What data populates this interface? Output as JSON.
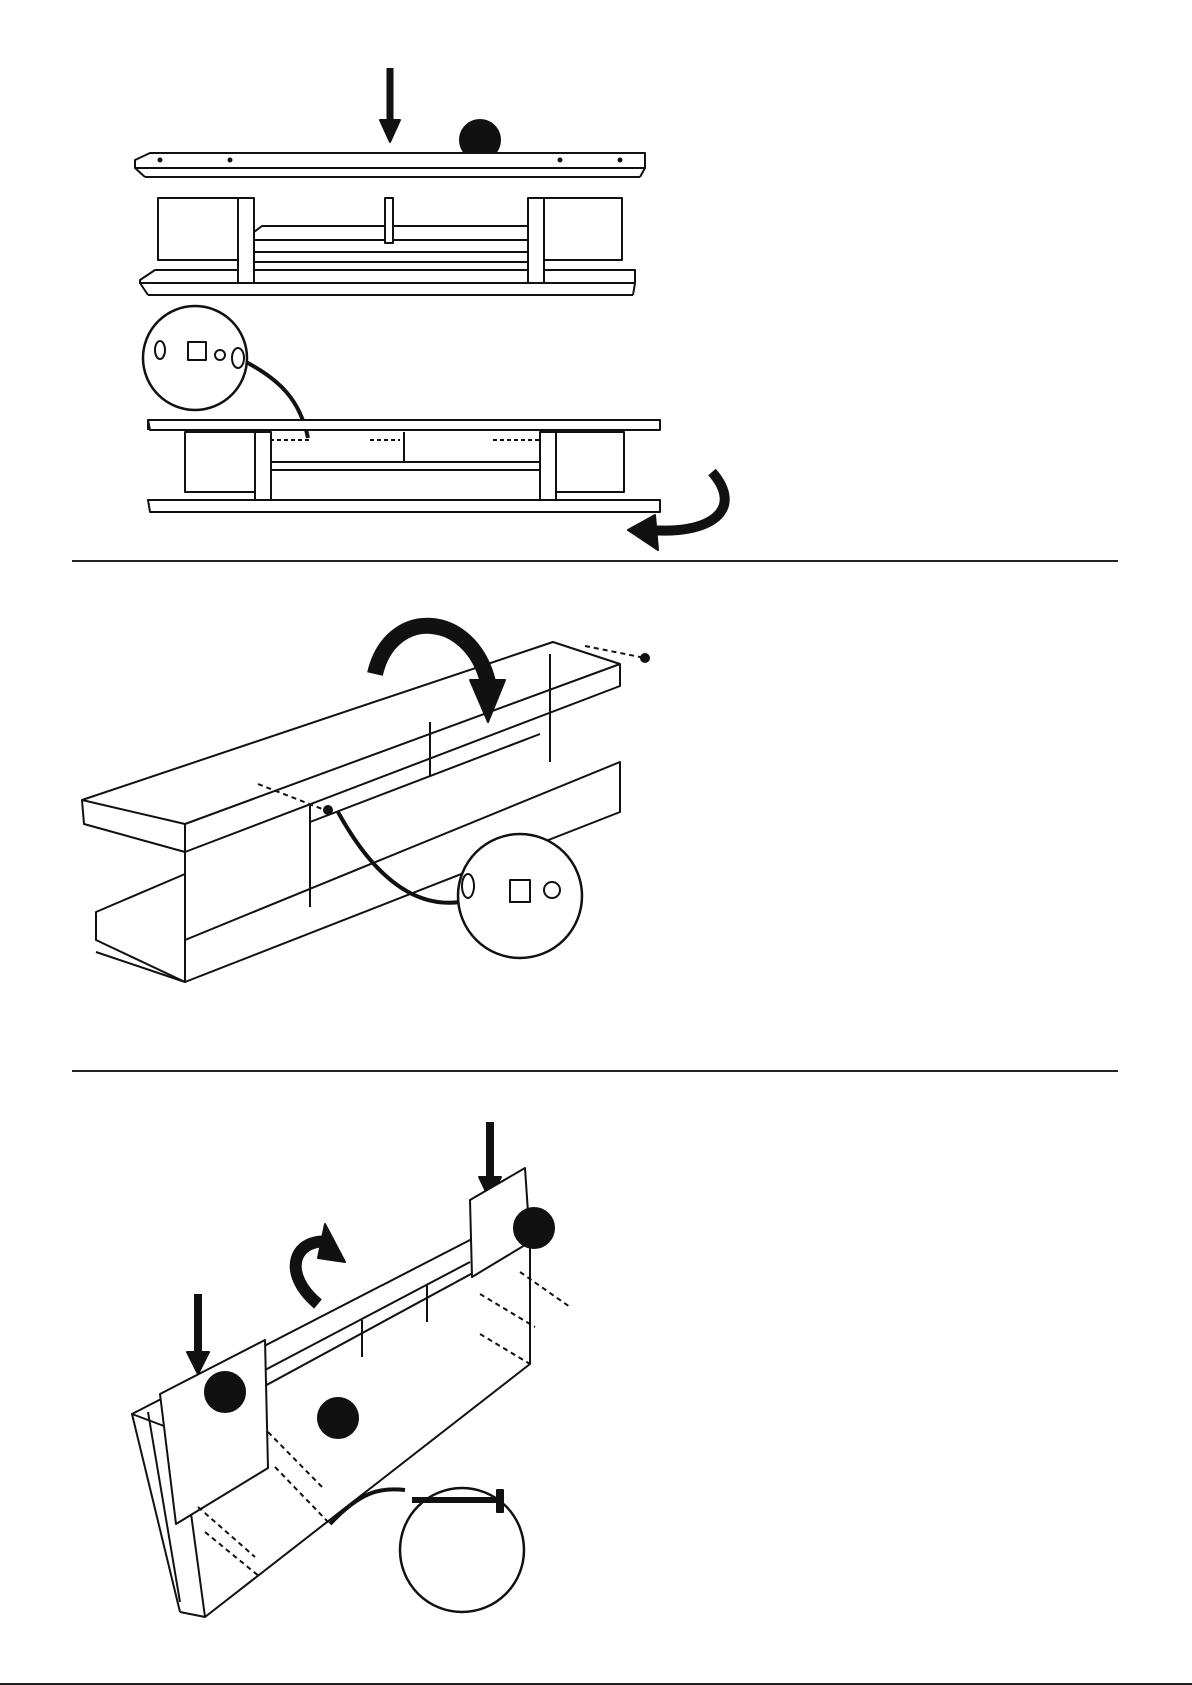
{
  "document": {
    "type": "assembly-instructions",
    "steps": [
      {
        "id": "step-a",
        "parts": [
          "top-panel",
          "shelf-frame",
          "cam-lock-fitting"
        ],
        "rotation": "flip"
      },
      {
        "id": "step-b",
        "parts": [
          "assembled-frame",
          "cam-lock-fitting"
        ],
        "rotation": "rotate"
      },
      {
        "id": "step-c",
        "parts": [
          "back-panel",
          "end-panels",
          "screw"
        ],
        "rotation": "turn"
      }
    ],
    "icons": [
      "down-arrow-icon",
      "curved-arrow-icon",
      "part-marker-icon",
      "magnifier-callout-icon",
      "screw-icon",
      "cam-lock-icon"
    ]
  }
}
